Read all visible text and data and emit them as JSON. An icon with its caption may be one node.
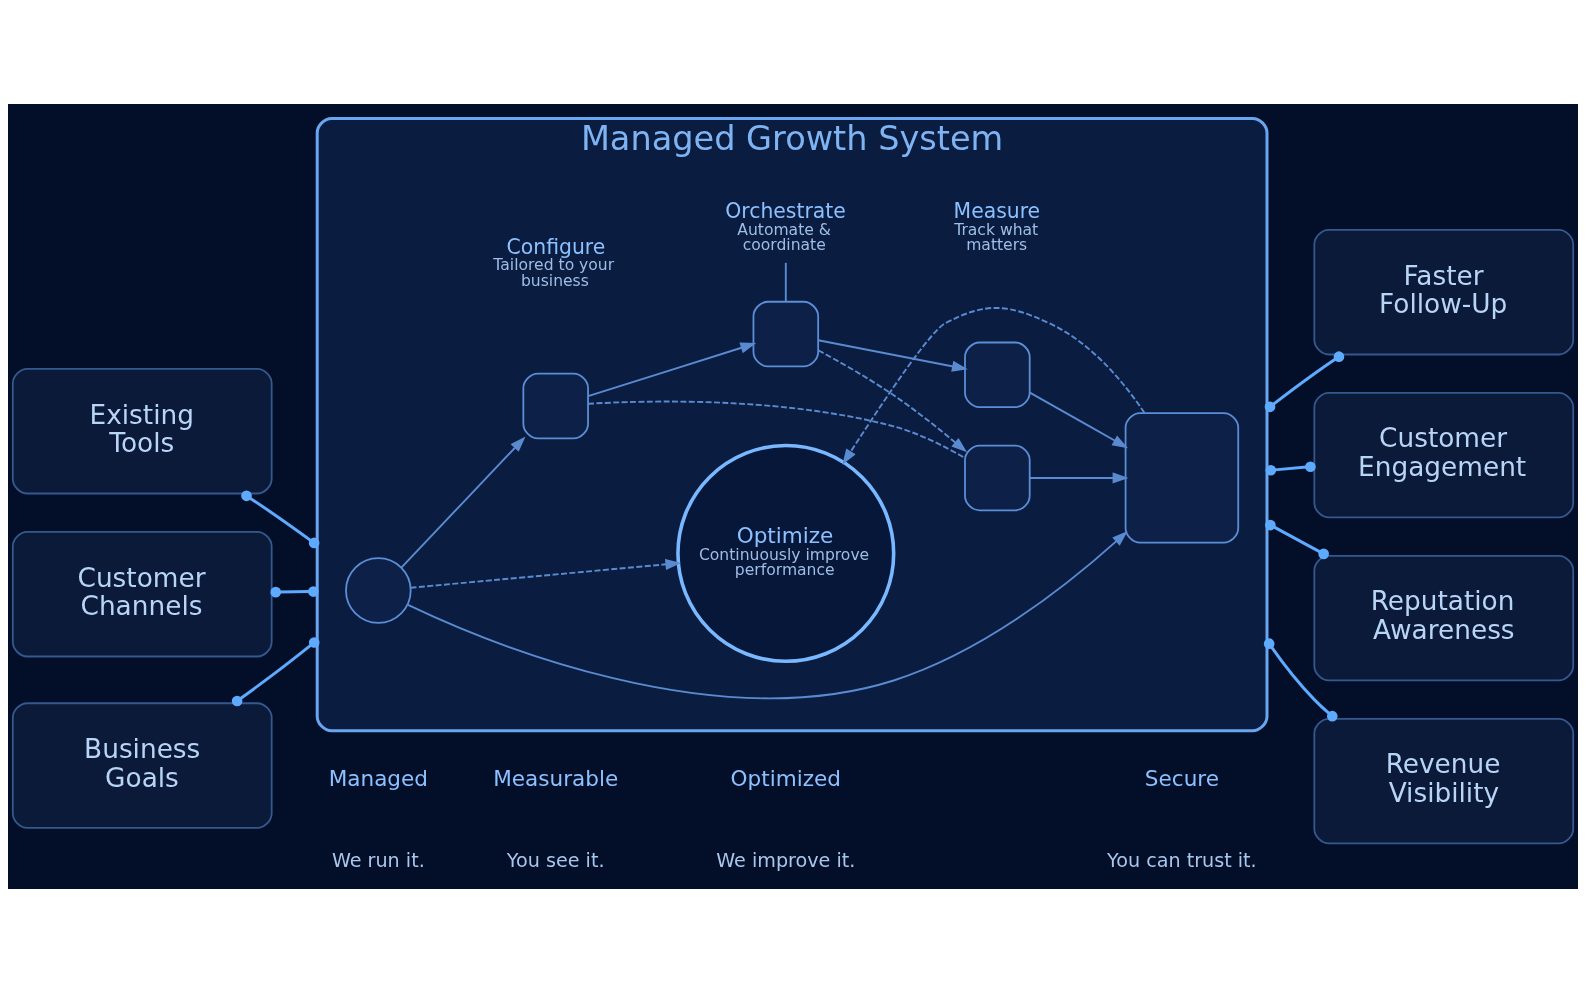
{
  "diagram": {
    "nodes": [
      {
        "text": [
          "Managed Growth System"
        ]
      },
      {
        "text": [
          "Existing Tools"
        ]
      },
      {
        "text": [
          "Customer Channels"
        ]
      },
      {
        "text": [
          "Business Goals"
        ]
      },
      {
        "text": [
          "Configure",
          "Tailored to your business"
        ],
        "in": 0
      },
      {
        "text": [
          "Orchestrate",
          "Automate & coordinate"
        ],
        "in": 0
      },
      {
        "text": [
          "Measure",
          "Track what matters"
        ],
        "in": 0
      },
      {
        "text": [],
        "shape": "circle",
        "in": 0
      },
      {
        "text": [],
        "shape": "box",
        "in": 0
      },
      {
        "text": [],
        "shape": "box",
        "in": 0
      },
      {
        "text": [],
        "shape": "box",
        "in": 0
      },
      {
        "text": [],
        "shape": "box",
        "in": 0
      },
      {
        "text": [],
        "shape": "box",
        "in": 0
      },
      {
        "text": [
          "Optimize",
          "Continuously improve performance"
        ],
        "in": 0
      },
      {
        "text": [
          "Faster Follow-Up"
        ]
      },
      {
        "text": [
          "Customer Engagement"
        ]
      },
      {
        "text": [
          "Reputation Awareness"
        ]
      },
      {
        "text": [
          "Revenue Visibility"
        ]
      }
    ],
    "edges": [
      {
        "from": 1,
        "to": 0,
        "arrow": "other",
        "color": "#5eaaff"
      },
      {
        "from": 2,
        "to": 0,
        "arrow": "other",
        "color": "#5eaaff"
      },
      {
        "from": 3,
        "to": 0,
        "arrow": "other",
        "color": "#5eaaff"
      },
      {
        "from": 0,
        "to": 14,
        "arrow": "other",
        "color": "#5eaaff"
      },
      {
        "from": 0,
        "to": 15,
        "arrow": "other",
        "color": "#5eaaff"
      },
      {
        "from": 0,
        "to": 16,
        "arrow": "other",
        "color": "#5eaaff"
      },
      {
        "from": 0,
        "to": 17,
        "arrow": "other",
        "color": "#5eaaff"
      },
      {
        "from": 5,
        "to": 9,
        "arrow": "none"
      },
      {
        "from": 7,
        "to": 8,
        "arrow": "to"
      },
      {
        "from": 8,
        "to": 9,
        "arrow": "to"
      },
      {
        "from": 9,
        "to": 10,
        "arrow": "to"
      },
      {
        "from": 9,
        "to": 11,
        "arrow": "to",
        "style": "dashed"
      },
      {
        "from": 8,
        "to": 11,
        "arrow": "none",
        "style": "dashed"
      },
      {
        "from": 11,
        "to": 12,
        "arrow": "to"
      },
      {
        "from": 10,
        "to": 12,
        "arrow": "to"
      },
      {
        "from": 7,
        "to": 12,
        "arrow": "to"
      },
      {
        "from": 7,
        "to": 13,
        "arrow": "to",
        "style": "dashed"
      },
      {
        "from": 12,
        "to": 13,
        "arrow": "to",
        "style": "dashed"
      }
    ],
    "labels": [
      "Managed",
      "We run it.",
      "Measurable",
      "You see it.",
      "Optimized",
      "We improve it.",
      "Secure",
      "You can trust it."
    ]
  }
}
